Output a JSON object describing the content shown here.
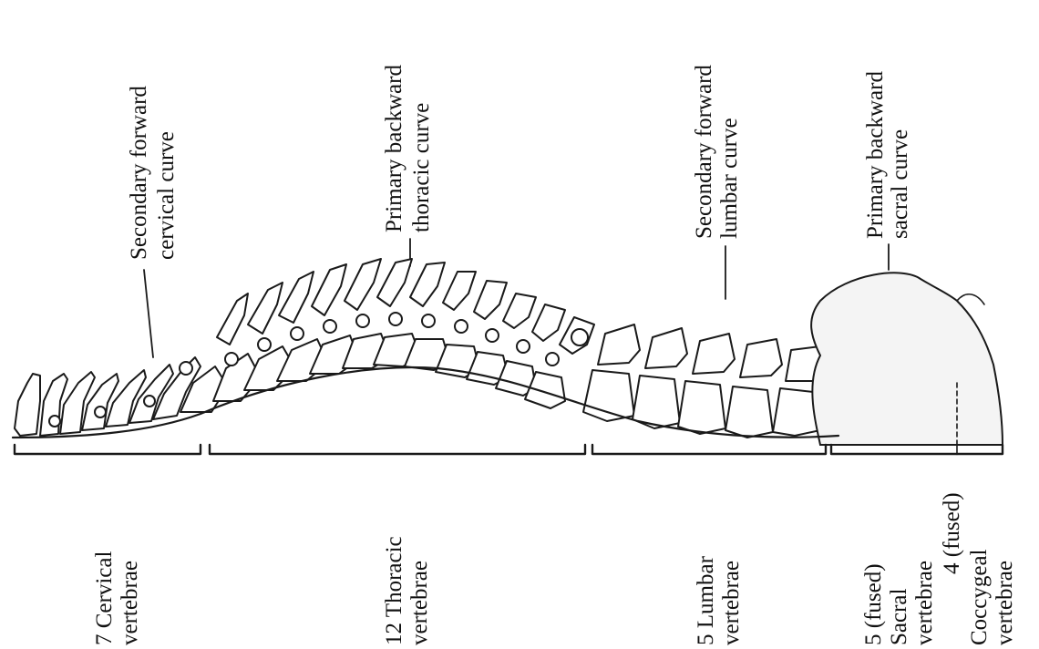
{
  "curve_labels": {
    "cervical": {
      "line1": "Secondary forward",
      "line2": "cervical curve"
    },
    "thoracic": {
      "line1": "Primary backward",
      "line2": "thoracic curve"
    },
    "lumbar": {
      "line1": "Secondary forward",
      "line2": "lumbar curve"
    },
    "sacral": {
      "line1": "Primary backward",
      "line2": "sacral curve"
    }
  },
  "region_labels": {
    "cervical": {
      "line1": "7 Cervical",
      "line2": "vertebrae"
    },
    "thoracic": {
      "line1": "12 Thoracic",
      "line2": "vertebrae"
    },
    "lumbar": {
      "line1": "5 Lumbar",
      "line2": "vertebrae"
    },
    "sacral": {
      "line1": "5 (fused)",
      "line2": "Sacral",
      "line3": "vertebrae"
    },
    "coccygeal": {
      "line1": "4 (fused)",
      "line2": "Coccygeal",
      "line3": "vertebrae"
    }
  },
  "colors": {
    "ink": "#1a1a1a",
    "paper": "#ffffff"
  }
}
